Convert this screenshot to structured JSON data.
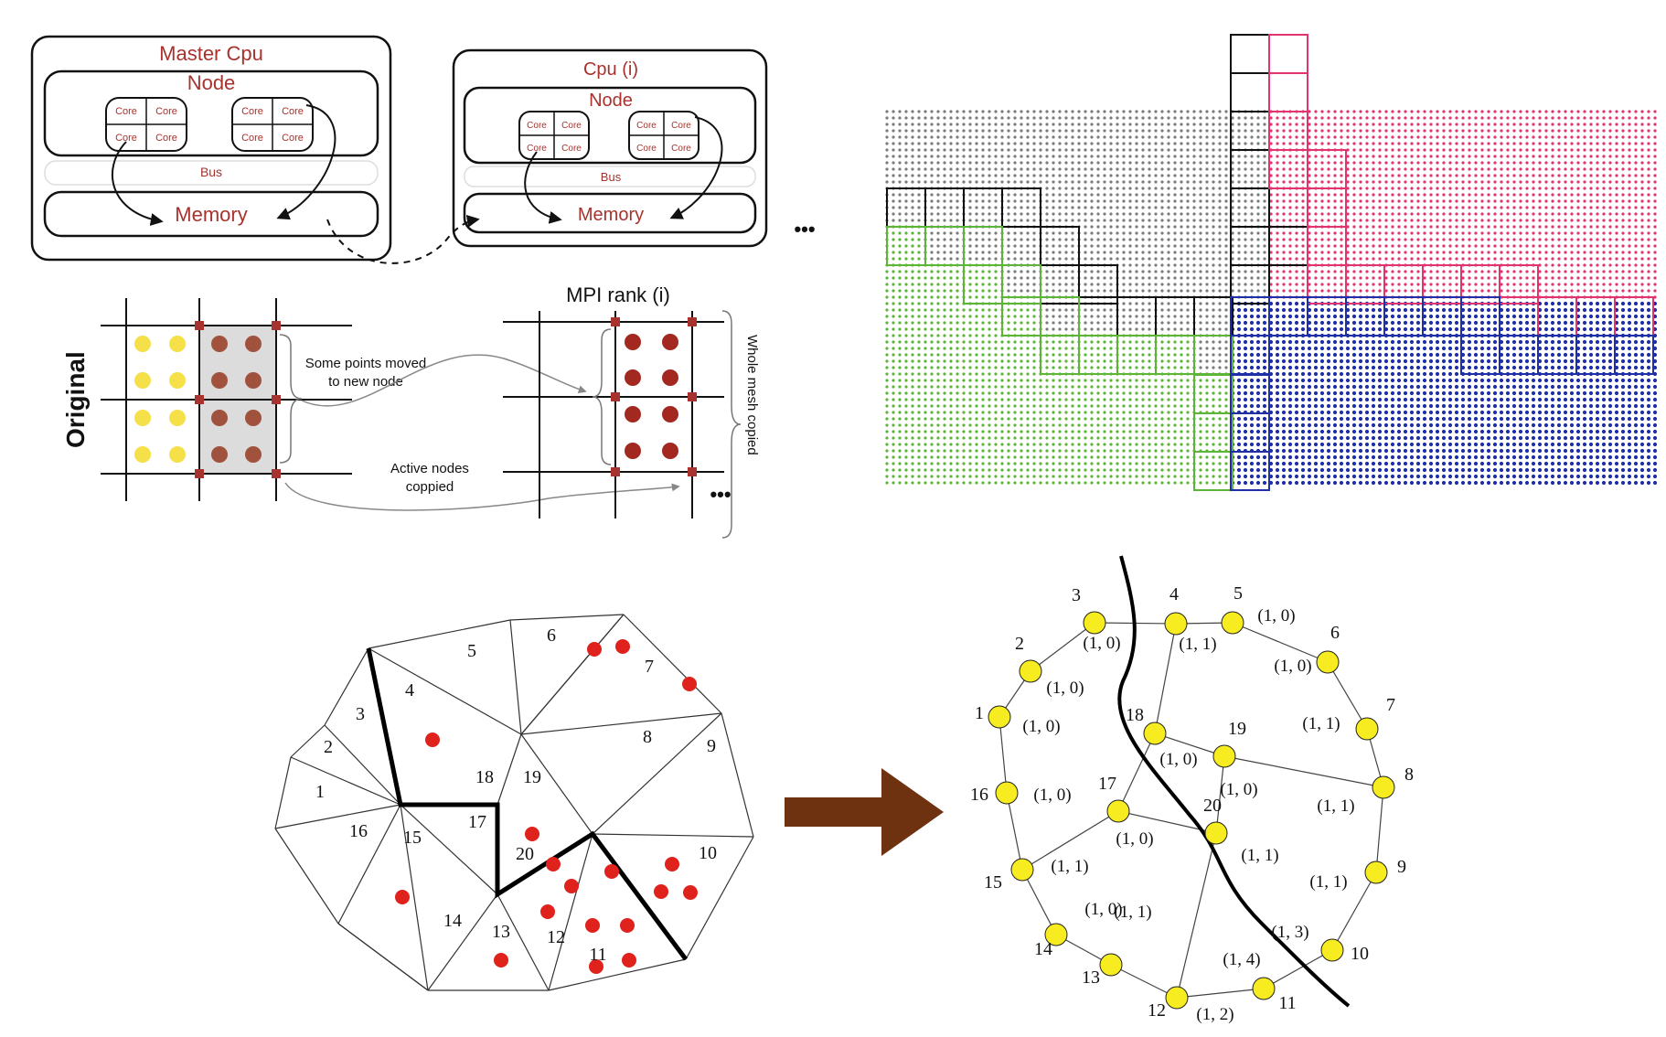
{
  "colors": {
    "accent_red": "#a8322d",
    "point_yellow": "#f5e04a",
    "point_brown": "#a0523d",
    "point_dark_red": "#a3281f",
    "arrow_brown": "#6e3210",
    "node_yellow": "#f6ec1f",
    "dot_red_point": "#e0221c",
    "grid_gray": "#7a7a7a",
    "grid_pink": "#e0336f",
    "grid_green": "#5cb536",
    "grid_blue": "#1f2fa8"
  },
  "cluster": {
    "master": {
      "title": "Master Cpu",
      "node_label": "Node",
      "core_label": "Core",
      "bus_label": "Bus",
      "memory_label": "Memory"
    },
    "worker": {
      "title": "Cpu (i)",
      "node_label": "Node",
      "core_label": "Core",
      "bus_label": "Bus",
      "memory_label": "Memory"
    },
    "ellipsis": "•••"
  },
  "mesh_copy": {
    "original_label": "Original",
    "mpi_label": "MPI rank (i)",
    "moved_note": [
      "Some points moved",
      "to new node"
    ],
    "active_note": [
      "Active nodes",
      "coppied"
    ],
    "whole_mesh_note": "Whole mesh copied",
    "ellipsis": "•••"
  },
  "triangulation": {
    "cell_labels": [
      "1",
      "2",
      "3",
      "4",
      "5",
      "6",
      "7",
      "8",
      "9",
      "10",
      "11",
      "12",
      "13",
      "14",
      "15",
      "16",
      "17",
      "18",
      "19",
      "20"
    ]
  },
  "graph": {
    "nodes": [
      {
        "id": "1",
        "weight": "(1, 0)"
      },
      {
        "id": "2",
        "weight": "(1, 0)"
      },
      {
        "id": "3",
        "weight": "(1, 0)"
      },
      {
        "id": "4",
        "weight": "(1, 1)"
      },
      {
        "id": "5",
        "weight": "(1, 0)"
      },
      {
        "id": "6",
        "weight": "(1, 0)"
      },
      {
        "id": "7",
        "weight": "(1, 1)"
      },
      {
        "id": "8",
        "weight": "(1, 1)"
      },
      {
        "id": "9",
        "weight": "(1, 1)"
      },
      {
        "id": "10",
        "weight": "(1, 3)"
      },
      {
        "id": "11",
        "weight": "(1, 4)"
      },
      {
        "id": "12",
        "weight": "(1, 2)"
      },
      {
        "id": "13",
        "weight": "(1, 1)"
      },
      {
        "id": "14",
        "weight": "(1, 0)"
      },
      {
        "id": "15",
        "weight": "(1, 1)"
      },
      {
        "id": "16",
        "weight": "(1, 0)"
      },
      {
        "id": "17",
        "weight": "(1, 0)"
      },
      {
        "id": "18",
        "weight": "(1, 0)"
      },
      {
        "id": "19",
        "weight": "(1, 0)"
      },
      {
        "id": "20",
        "weight": "(1, 1)"
      }
    ]
  }
}
